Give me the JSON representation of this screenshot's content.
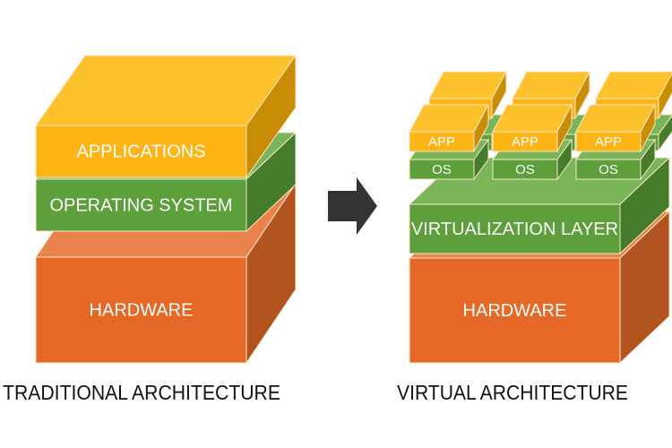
{
  "traditional": {
    "caption": "TRADITIONAL ARCHITECTURE",
    "layers": [
      {
        "label": "APPLICATIONS",
        "color": "app"
      },
      {
        "label": "OPERATING SYSTEM",
        "color": "os"
      },
      {
        "label": "HARDWARE",
        "color": "hw"
      }
    ]
  },
  "virtual": {
    "caption": "VIRTUAL ARCHITECTURE",
    "virtualization_label": "VIRTUALIZATION LAYER",
    "hardware_label": "HARDWARE",
    "vm_count": 3,
    "vm_app_label": "APP",
    "vm_os_label": "OS"
  },
  "arrow": {
    "icon": "right-arrow-icon",
    "color": "#333333"
  },
  "colors": {
    "app": {
      "front": "#fdb515",
      "top": "#fcc12b",
      "side": "#c88c05"
    },
    "os": {
      "front": "#5d9f3a",
      "top": "#7ab55a",
      "side": "#457c2b"
    },
    "hw": {
      "front": "#e56826",
      "top": "#ea834b",
      "side": "#b0531e"
    }
  }
}
